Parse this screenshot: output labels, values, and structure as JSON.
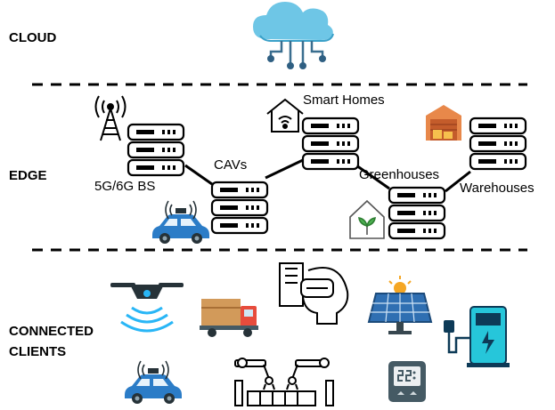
{
  "layers": {
    "cloud": "CLOUD",
    "edge": "EDGE",
    "clients_line1": "CONNECTED",
    "clients_line2": "CLIENTS"
  },
  "edge_nodes": {
    "bs": "5G/6G BS",
    "cavs": "CAVs",
    "smart_homes": "Smart Homes",
    "greenhouses": "Greenhouses",
    "warehouses": "Warehouses"
  },
  "icons": {
    "cloud": "cloud-network-icon",
    "server": "server-rack-icon",
    "tower": "cell-tower-icon",
    "house": "smart-home-icon",
    "warehouse": "warehouse-icon",
    "greenhouse": "greenhouse-icon",
    "car": "connected-car-icon",
    "drone": "drone-icon",
    "truck": "delivery-truck-icon",
    "vr": "vr-headset-icon",
    "solar": "solar-panel-icon",
    "charger": "ev-charger-icon",
    "robot": "robot-arms-icon",
    "thermostat": "thermostat-icon"
  },
  "colors": {
    "server_outline": "#000000",
    "cloud_blue": "#6ec6e6",
    "car_blue": "#2b7cc7",
    "drone_blue": "#29b6f6",
    "charger_teal": "#26c6da",
    "charger_dark": "#0d3a57",
    "box_brown": "#d29a5a",
    "truck_red": "#e74c3c",
    "solar_blue": "#2f6fb2",
    "sun_yellow": "#f5a623",
    "warehouse_orange": "#e8884a"
  }
}
